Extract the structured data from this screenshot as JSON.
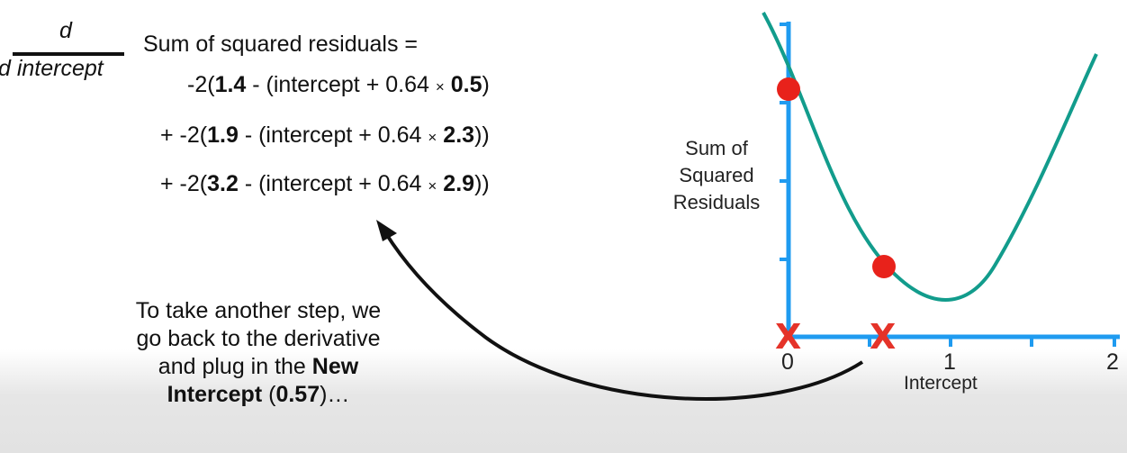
{
  "derivative": {
    "numerator": "d",
    "denominator": "d intercept",
    "lhs": "Sum of squared residuals =",
    "terms": [
      {
        "prefix": "-2(",
        "obs": "1.4",
        "mid": " - (intercept + 0.64 ",
        "times": "×",
        "x": "0.5",
        "suffix": ")"
      },
      {
        "prefix": "+ -2(",
        "obs": "1.9",
        "mid": " - (intercept + 0.64 ",
        "times": "×",
        "x": "2.3",
        "suffix": "))"
      },
      {
        "prefix": "+ -2(",
        "obs": "3.2",
        "mid": " - (intercept + 0.64 ",
        "times": "×",
        "x": "2.9",
        "suffix": "))"
      }
    ]
  },
  "caption": {
    "line1": "To take another step, we",
    "line2": "go back to the derivative",
    "line3": "and plug in the ",
    "line3_bold": "New",
    "line4_bold": "Intercept",
    "line4_mid": " (",
    "line4_value": "0.57",
    "line4_end": ")…"
  },
  "graph": {
    "y_label_lines": [
      "Sum of",
      "Squared",
      "Residuals"
    ],
    "x_label": "Intercept",
    "x_ticks": [
      "0",
      "1",
      "2"
    ],
    "x_markers": [
      "X",
      "X"
    ],
    "colors": {
      "axis": "#1f9bf0",
      "curve": "#129c8c",
      "point": "#e8221b",
      "marker": "#e53329",
      "arrow": "#111111"
    }
  }
}
